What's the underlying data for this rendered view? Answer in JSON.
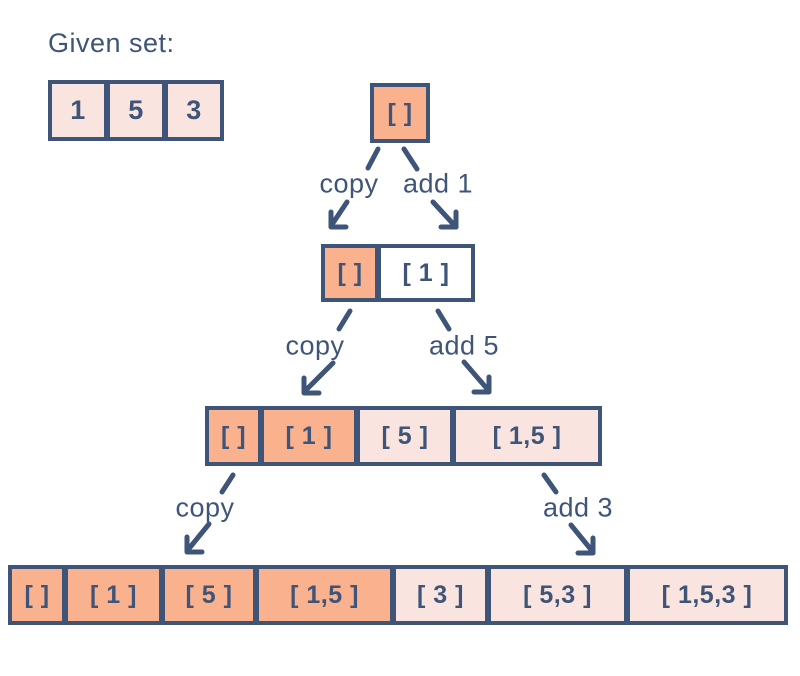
{
  "colors": {
    "navy": "#3E5478",
    "orange": "#F9B18E",
    "pink": "#FAE4DF",
    "white": "#FFFFFF"
  },
  "given": {
    "title": "Given set:",
    "cells": [
      "1",
      "5",
      "3"
    ]
  },
  "tree": {
    "root": [
      "[ ]"
    ],
    "level2": [
      "[ ]",
      "[ 1 ]"
    ],
    "level3": [
      "[ ]",
      "[ 1 ]",
      "[ 5 ]",
      "[ 1,5 ]"
    ],
    "level4": [
      "[ ]",
      "[ 1 ]",
      "[ 5 ]",
      "[ 1,5 ]",
      "[ 3 ]",
      "[ 5,3 ]",
      "[ 1,5,3 ]"
    ],
    "edges": [
      {
        "label": "copy"
      },
      {
        "label": "add 1"
      },
      {
        "label": "copy"
      },
      {
        "label": "add 5"
      },
      {
        "label": "copy"
      },
      {
        "label": "add 3"
      }
    ]
  }
}
